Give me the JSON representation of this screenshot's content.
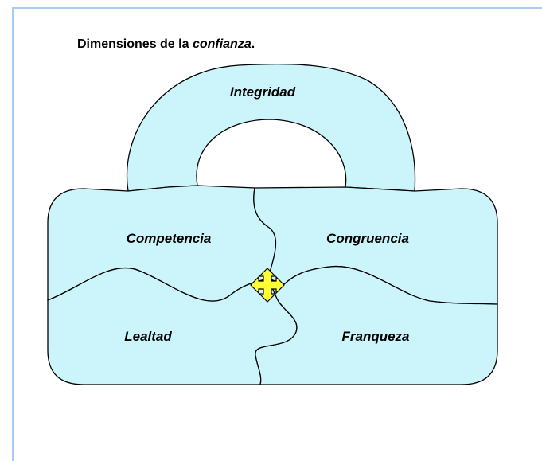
{
  "title": {
    "prefix": "Dimensiones de la ",
    "emphasis": "confianza",
    "suffix": "."
  },
  "pieces": {
    "top": "Integridad",
    "top_left": "Competencia",
    "top_right": "Congruencia",
    "bottom_left": "Lealtad",
    "bottom_right": "Franqueza"
  },
  "icons": {
    "center": "four-way-move-arrows-icon"
  },
  "colors": {
    "piece_fill": "#ccf5fb",
    "stroke": "#000000",
    "arrow_fill": "#ffff33",
    "frame": "#a9cdee"
  }
}
